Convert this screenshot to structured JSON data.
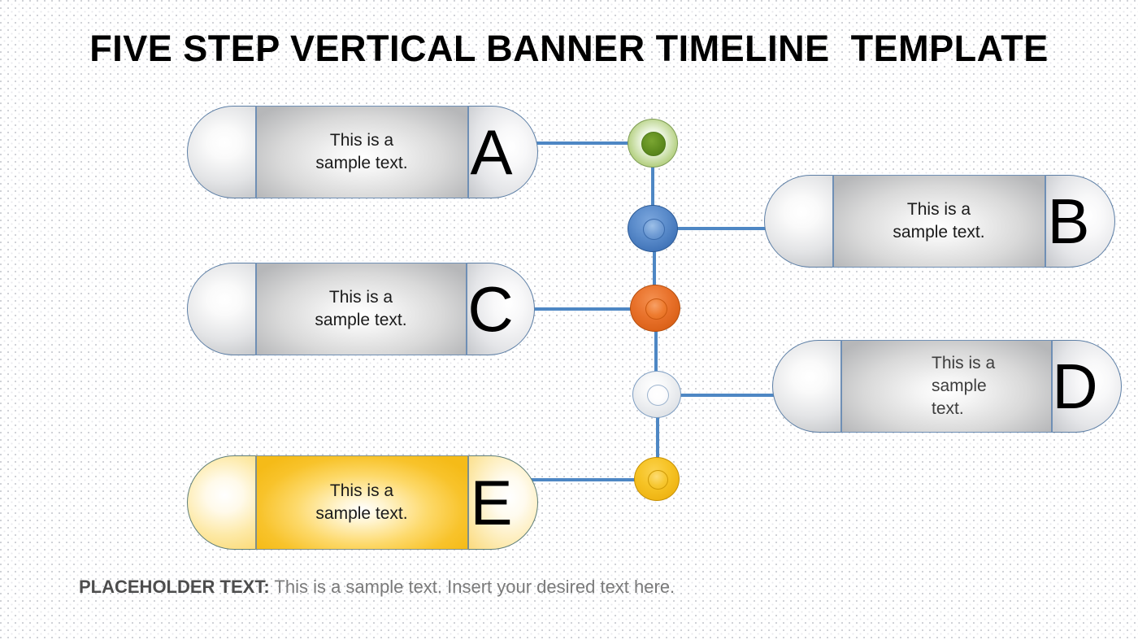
{
  "title": "FIVE STEP VERTICAL BANNER TIMELINE  TEMPLATE",
  "footer": {
    "label": "PLACEHOLDER TEXT:",
    "text": " This is a sample text. Insert your desired text here."
  },
  "colors": {
    "connector": "#4e87c4",
    "node_green": "#5f8c1f",
    "node_blue": "#4a7fc0",
    "node_orange": "#e3701f",
    "node_white": "#ffffff",
    "node_yellow": "#f4c21e",
    "banner_grey": "#d9d9d9",
    "banner_yellow": "#f8c32b",
    "title_text": "#000000",
    "footer_label": "#4d4d4d",
    "footer_text": "#7a7a7a"
  },
  "banners": [
    {
      "id": "a",
      "letter": "A",
      "text": "This is a\nsample text.",
      "side": "left",
      "skin": "grey"
    },
    {
      "id": "b",
      "letter": "B",
      "text": "This is a\nsample text.",
      "side": "right",
      "skin": "grey"
    },
    {
      "id": "c",
      "letter": "C",
      "text": "This is a\nsample text.",
      "side": "left",
      "skin": "grey"
    },
    {
      "id": "d",
      "letter": "D",
      "text": "This is a\nsample\ntext.",
      "side": "right",
      "skin": "grey"
    },
    {
      "id": "e",
      "letter": "E",
      "text": "This is a\nsample text.",
      "side": "left",
      "skin": "yellow"
    }
  ],
  "nodes": [
    {
      "id": "node-1",
      "color": "green",
      "linked_banner": "A"
    },
    {
      "id": "node-2",
      "color": "blue",
      "linked_banner": "B"
    },
    {
      "id": "node-3",
      "color": "orange",
      "linked_banner": "C"
    },
    {
      "id": "node-4",
      "color": "white",
      "linked_banner": "D"
    },
    {
      "id": "node-5",
      "color": "yellow",
      "linked_banner": "E"
    }
  ]
}
